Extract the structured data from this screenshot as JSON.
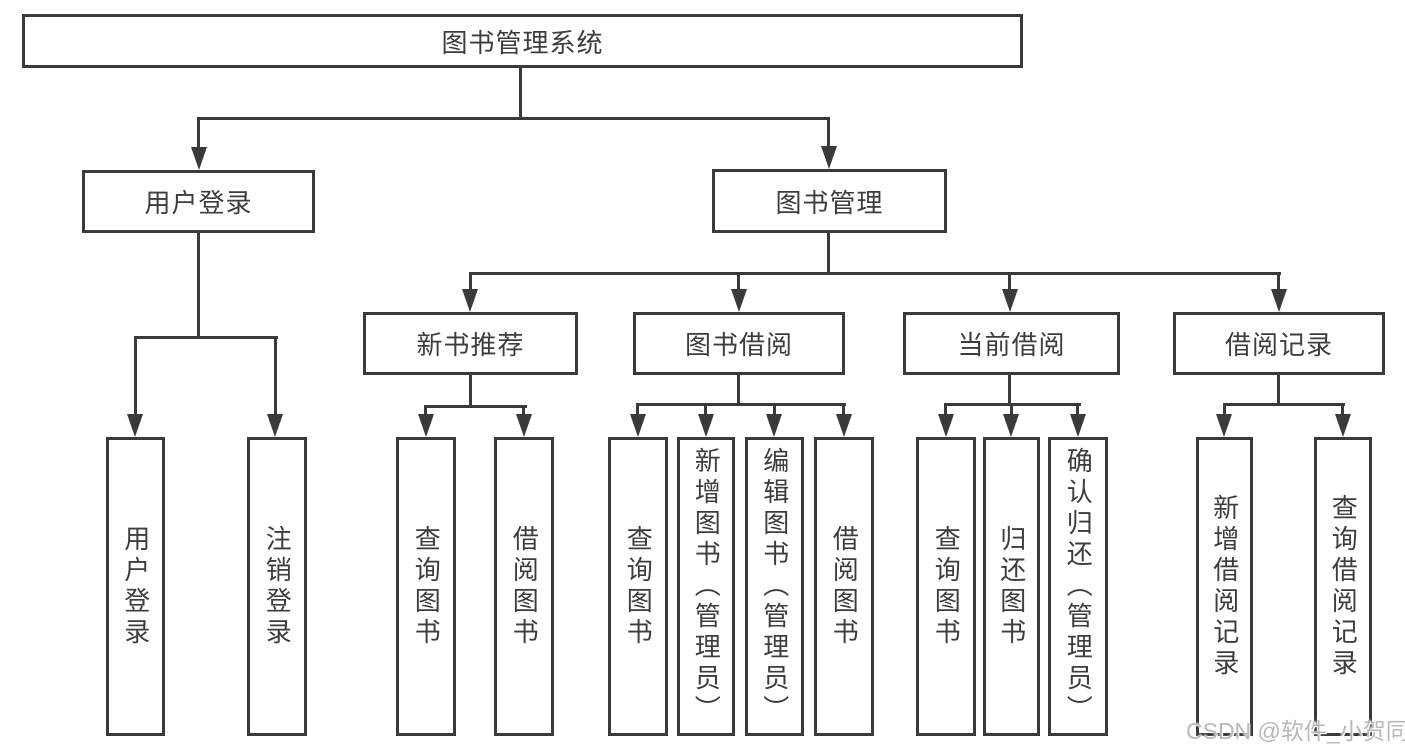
{
  "diagram": {
    "root": "图书管理系统",
    "user_login": {
      "label": "用户登录",
      "children": [
        "用户登录",
        "注销登录"
      ]
    },
    "book_management": {
      "label": "图书管理",
      "sections": [
        {
          "label": "新书推荐",
          "children": [
            "查询图书",
            "借阅图书"
          ]
        },
        {
          "label": "图书借阅",
          "children": [
            "查询图书",
            "新增图书（管理员）",
            "编辑图书（管理员）",
            "借阅图书"
          ]
        },
        {
          "label": "当前借阅",
          "children": [
            "查询图书",
            "归还图书",
            "确认归还（管理员）"
          ]
        },
        {
          "label": "借阅记录",
          "children": [
            "新增借阅记录",
            "查询借阅记录"
          ]
        }
      ]
    }
  },
  "watermark": "CSDN @软件_小贺同学",
  "colors": {
    "line": "#3a3a3a",
    "text": "#3d3d3d",
    "watermark": "#b9b9b9"
  }
}
